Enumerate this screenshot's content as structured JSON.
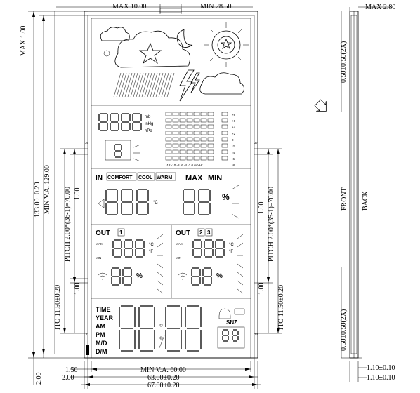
{
  "dims": {
    "max_10": "MAX 10.00",
    "min_28": "MIN 28.50",
    "max_1": "MAX 1.00",
    "total_h": "133.00±0.20",
    "va_h": "MIN V.A. 129.00",
    "pitch_l": "PITCH 2.00*(36-1)=70.00",
    "pitch_r": "PITCH 2.00*(35-1)=70.00",
    "ito_l": "ITO 11.50±0.20",
    "ito_r": "ITO 11.50±0.20",
    "d1_00_l": "1.00",
    "d1_00_l2": "1.00",
    "d1_00_r": "1.00",
    "d1_00_r2": "1.00",
    "d1_50": "1.50",
    "d2_00": "2.00",
    "d2_00v": "2.00",
    "va_w": "MIN V.A. 60.00",
    "w63": "63.00±0.20",
    "w67": "67.00±0.20",
    "max_2_8": "MAX 2.80",
    "side_top": "0.50±0.50(2X)",
    "side_bot": "0.50±0.50(2X)",
    "front": "FRONT",
    "back": "BACK",
    "s110a": "1.10±0.10",
    "s110b": "1.10±0.10"
  },
  "pins": {
    "p36": "36",
    "p37": "37",
    "p1": "1",
    "p72": "72"
  },
  "lcd": {
    "mb": "mb",
    "inhg": "inHg",
    "hpa": "hPa",
    "bar_plus": [
      "+8",
      "+6",
      "+4",
      "+2",
      "0",
      "-2",
      "-4",
      "-6",
      "-8"
    ],
    "bar_axis": "-12 -10 -8 -6 -4 -2 0 mb/Hr",
    "in": "IN",
    "comfort": "COMFORT",
    "cool": "COOL",
    "warm": "WARM",
    "max": "MAX",
    "min": "MIN",
    "pct": "%",
    "out": "OUT",
    "out1": "1",
    "out2": "2",
    "out3": "3",
    "time": "TIME",
    "year": "YEAR",
    "am": "AM",
    "pm": "PM",
    "md": "M/D",
    "dm": "D/M",
    "snz": "SNZ",
    "degc": "°C",
    "degf": "°F"
  }
}
